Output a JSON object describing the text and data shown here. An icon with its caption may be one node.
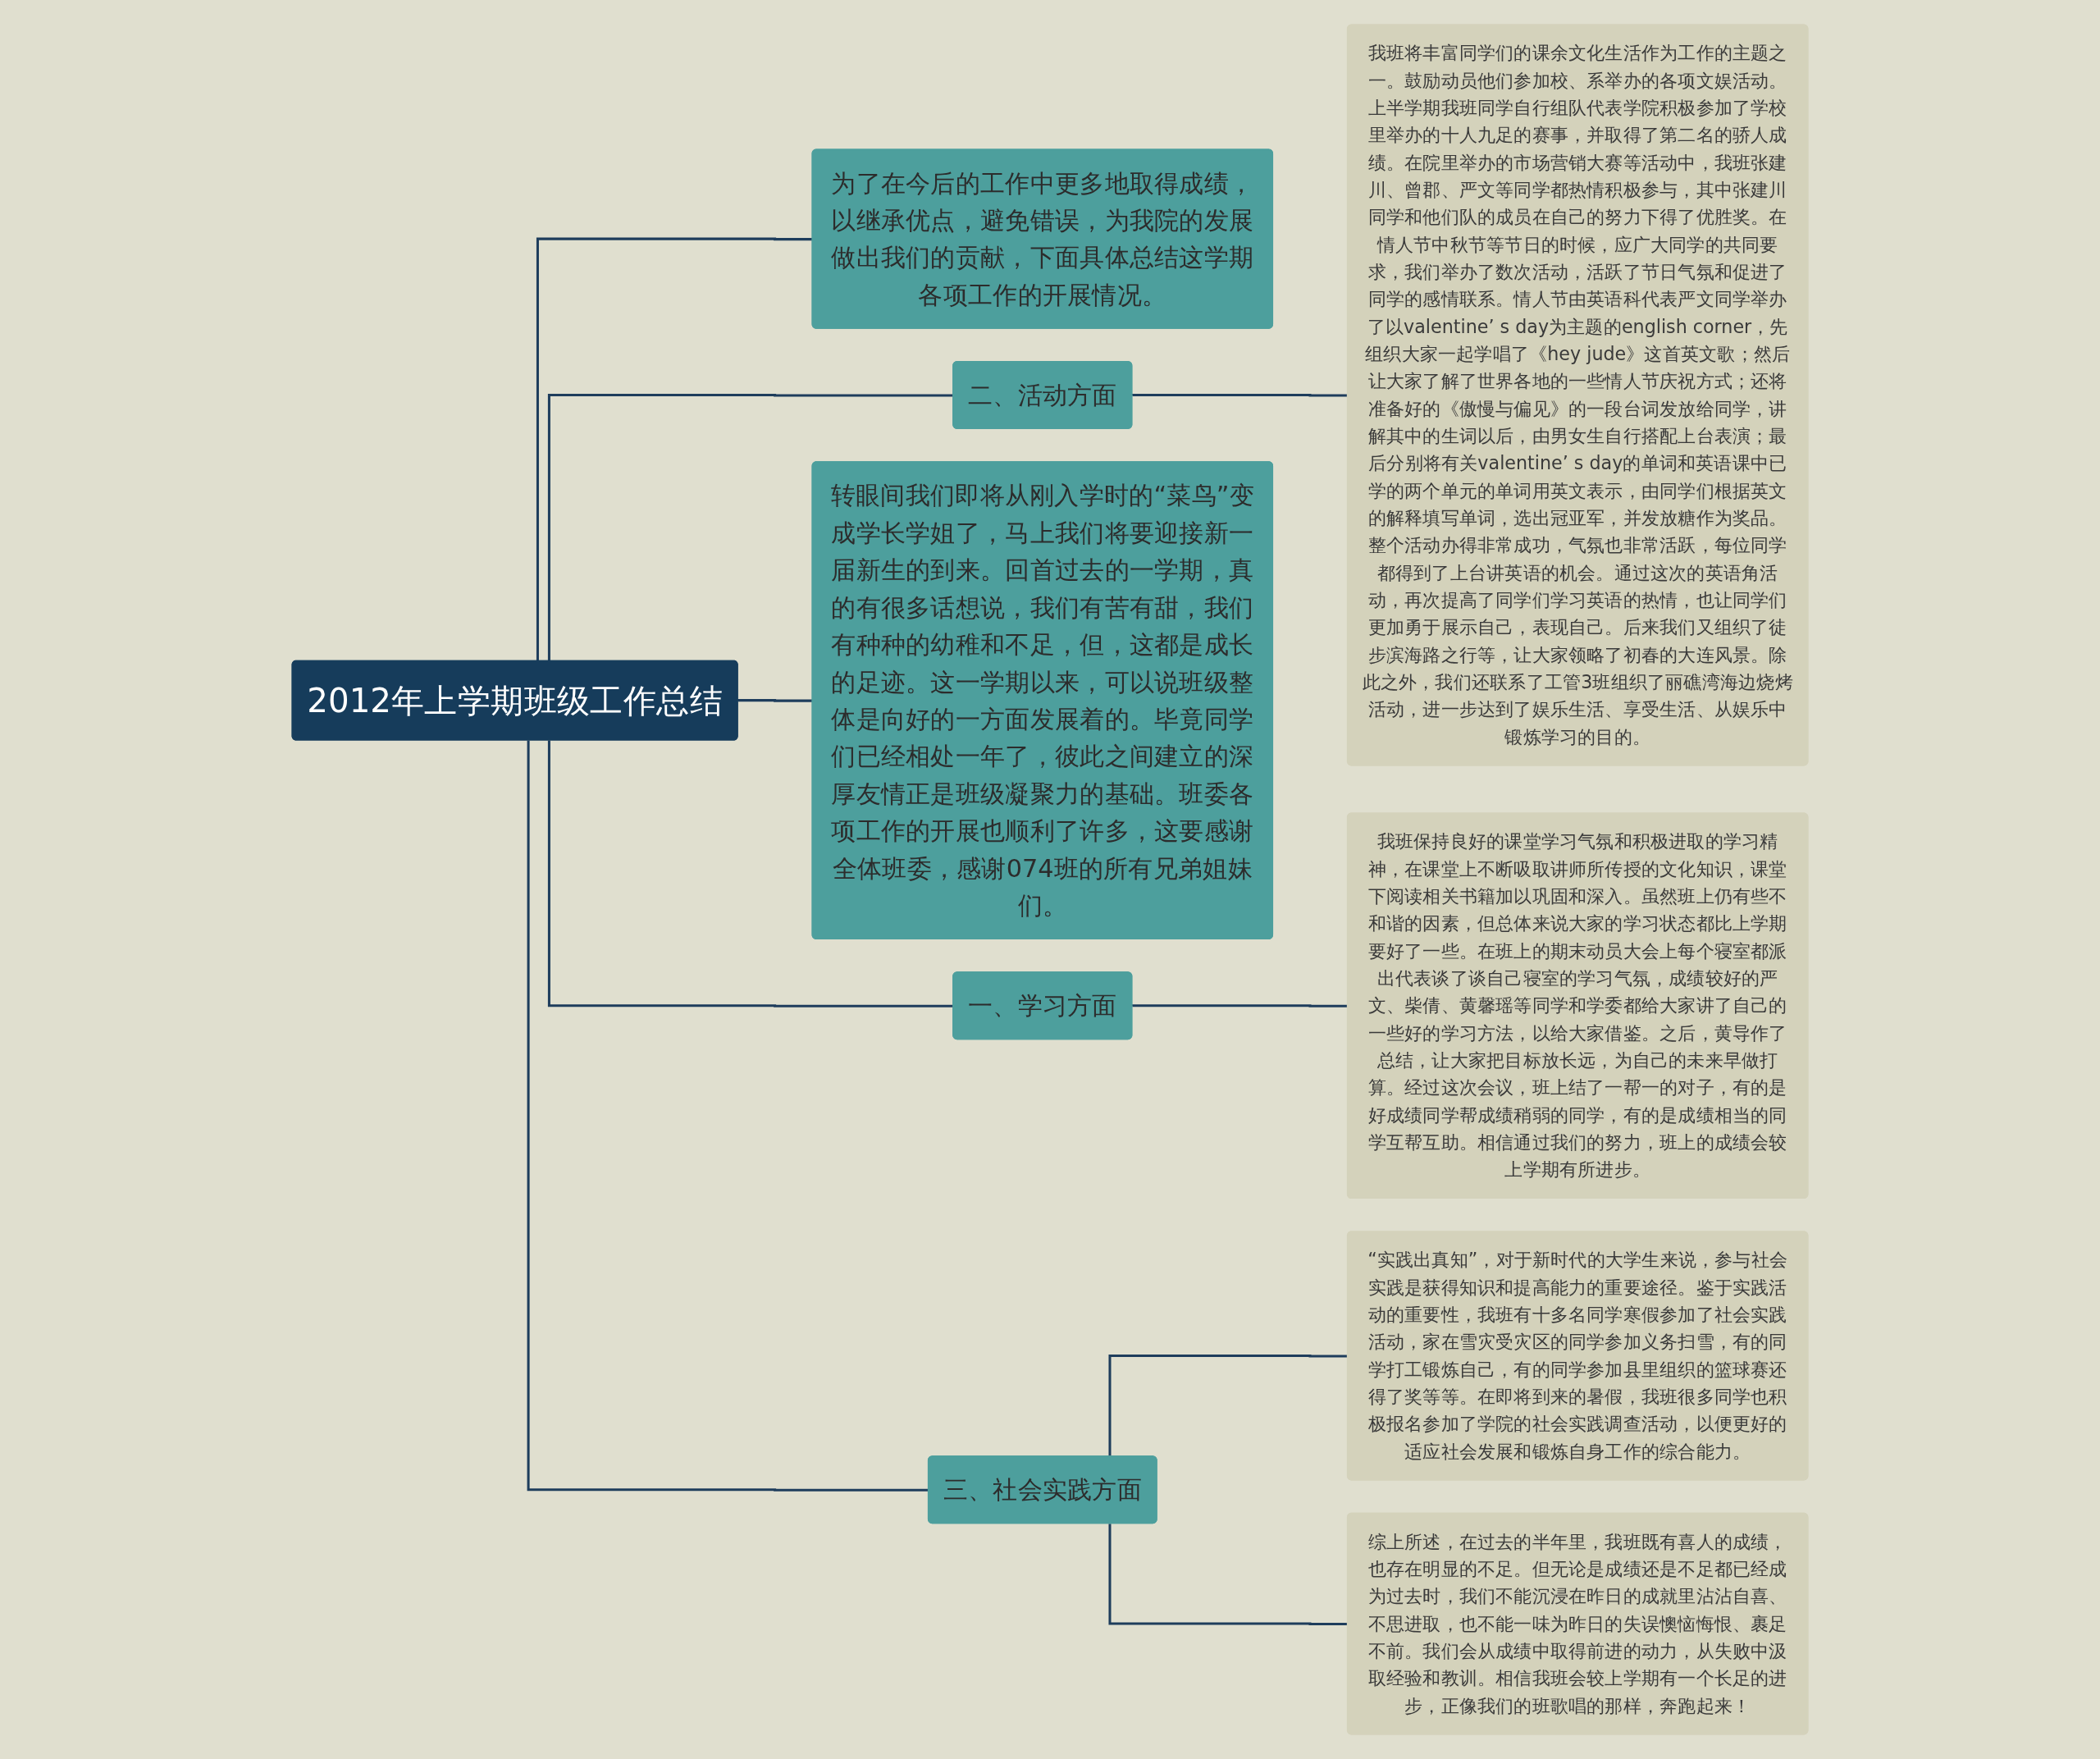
{
  "diagram": {
    "nodes": [
      {
        "text": [
          "2012年上学期班级工作总结"
        ]
      },
      {
        "text": [
          "为了在今后的工作中更多地取得成绩，以继承优点，避免错误，为我院的发展做出我们的贡献，下面具体总结这学期各项工作的开展情况。"
        ]
      },
      {
        "text": [
          "二、活动方面"
        ]
      },
      {
        "text": [
          "我班将丰富同学们的课余文化生活作为工作的主题之一。鼓励动员他们参加校、系举办的各项文娱活动。上半学期我班同学自行组队代表学院积极参加了学校里举办的十人九足的赛事，并取得了第二名的骄人成绩。在院里举办的市场营销大赛等活动中，我班张建川、曾郡、严文等同学都热情积极参与，其中张建川同学和他们队的成员在自己的努力下得了优胜奖。在情人节中秋节等节日的时候，应广大同学的共同要求，我们举办了数次活动，活跃了节日气氛和促进了同学的感情联系。情人节由英语科代表严文同学举办了以valentine’ s day为主题的english corner，先组织大家一起学唱了《hey jude》这首英文歌；然后让大家了解了世界各地的一些情人节庆祝方式；还将准备好的《傲慢与偏见》的一段台词发放给同学，讲解其中的生词以后，由男女生自行搭配上台表演；最后分别将有关valentine’ s day的单词和英语课中已学的两个单元的单词用英文表示，由同学们根据英文的解释填写单词，选出冠亚军，并发放糖作为奖品。整个活动办得非常成功，气氛也非常活跃，每位同学都得到了上台讲英语的机会。通过这次的英语角活动，再次提高了同学们学习英语的热情，也让同学们更加勇于展示自己，表现自己。后来我们又组织了徒步滨海路之行等，让大家领略了初春的大连风景。除此之外，我们还联系了工管3班组织了丽礁湾海边烧烤活动，进一步达到了娱乐生活、享受生活、从娱乐中锻炼学习的目的。"
        ]
      },
      {
        "text": [
          "转眼间我们即将从刚入学时的“菜鸟”变成学长学姐了，马上我们将要迎接新一届新生的到来。回首过去的一学期，真的有很多话想说，我们有苦有甜，我们有种种的幼稚和不足，但，这都是成长的足迹。这一学期以来，可以说班级整体是向好的一方面发展着的。毕竟同学们已经相处一年了，彼此之间建立的深厚友情正是班级凝聚力的基础。班委各项工作的开展也顺利了许多，这要感谢全体班委，感谢074班的所有兄弟姐妹们。"
        ]
      },
      {
        "text": [
          "一、学习方面"
        ]
      },
      {
        "text": [
          "我班保持良好的课堂学习气氛和积极进取的学习精神，在课堂上不断吸取讲师所传授的文化知识，课堂下阅读相关书籍加以巩固和深入。虽然班上仍有些不和谐的因素，但总体来说大家的学习状态都比上学期要好了一些。在班上的期末动员大会上每个寝室都派出代表谈了谈自己寝室的学习气氛，成绩较好的严文、柴倩、黄馨瑶等同学和学委都给大家讲了自己的一些好的学习方法，以给大家借鉴。之后，黄导作了总结，让大家把目标放长远，为自己的未来早做打算。经过这次会议，班上结了一帮一的对子，有的是好成绩同学帮成绩稍弱的同学，有的是成绩相当的同学互帮互助。相信通过我们的努力，班上的成绩会较上学期有所进步。"
        ]
      },
      {
        "text": [
          "三、社会实践方面"
        ]
      },
      {
        "text": [
          "“实践出真知”，对于新时代的大学生来说，参与社会实践是获得知识和提高能力的重要途径。鉴于实践活动的重要性，我班有十多名同学寒假参加了社会实践活动，家在雪灾受灾区的同学参加义务扫雪，有的同学打工锻炼自己，有的同学参加县里组织的篮球赛还得了奖等等。在即将到来的暑假，我班很多同学也积极报名参加了学院的社会实践调查活动，以便更好的适应社会发展和锻炼自身工作的综合能力。"
        ]
      },
      {
        "text": [
          "综上所述，在过去的半年里，我班既有喜人的成绩，也存在明显的不足。但无论是成绩还是不足都已经成为过去时，我们不能沉浸在昨日的成就里沾沾自喜、不思进取，也不能一味为昨日的失误懊恼悔恨、裹足不前。我们会从成绩中取得前进的动力，从失败中汲取经验和教训。相信我班会较上学期有一个长足的进步，正像我们的班歌唱的那样，奔跑起来！"
        ]
      }
    ],
    "edges": [
      {
        "from": 0,
        "to": 1,
        "arrow": "none"
      },
      {
        "from": 0,
        "to": 2,
        "arrow": "none"
      },
      {
        "from": 2,
        "to": 3,
        "arrow": "none"
      },
      {
        "from": 0,
        "to": 4,
        "arrow": "none"
      },
      {
        "from": 0,
        "to": 5,
        "arrow": "none"
      },
      {
        "from": 5,
        "to": 6,
        "arrow": "none"
      },
      {
        "from": 0,
        "to": 7,
        "arrow": "none"
      },
      {
        "from": 7,
        "to": 8,
        "arrow": "none"
      },
      {
        "from": 7,
        "to": 9,
        "arrow": "none"
      }
    ]
  }
}
